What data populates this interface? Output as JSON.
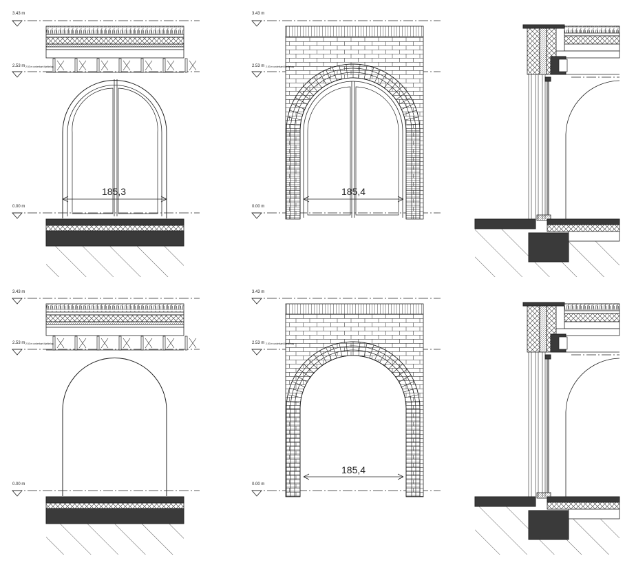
{
  "levels": {
    "top": "3.43 m",
    "mid": "2.53 m",
    "floor": "0.00 m",
    "note": "2.53 m underkant bjelkelag"
  },
  "dimensions": {
    "a1": "185,3",
    "b1": "185,4",
    "b2": "185,4"
  },
  "colors": {
    "line": "#222222",
    "fill_dark": "#3a3a3a",
    "fill_mid": "#6a6a6a"
  }
}
